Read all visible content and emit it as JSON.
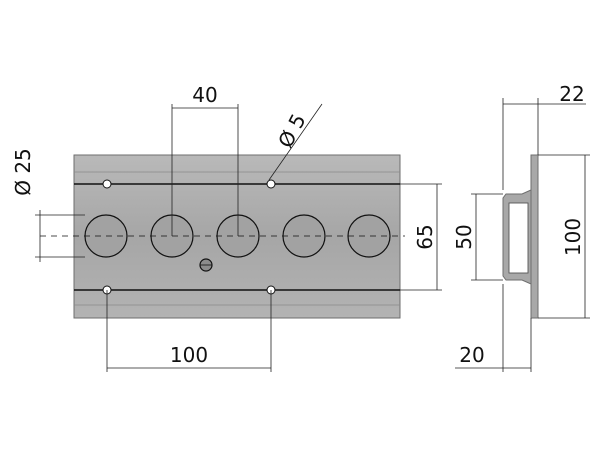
{
  "dimensions": {
    "hole_spacing": "40",
    "small_hole_dia": "Ø 5",
    "large_hole_dia": "Ø 25",
    "row_spacing": "65",
    "mount_spacing": "100",
    "profile_depth": "22",
    "profile_inner_height": "50",
    "profile_height": "100",
    "profile_base_depth": "20"
  },
  "colors": {
    "plate_fill": "#a8a8a8",
    "plate_edge": "#6e6e6e",
    "line": "#111111"
  }
}
